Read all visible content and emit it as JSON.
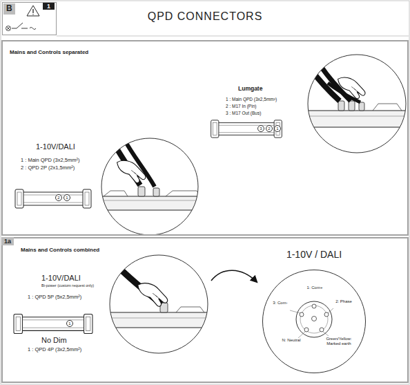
{
  "diagram": {
    "title": "QPD CONNECTORS",
    "nodes": [
      {
        "text": [
          "B",
          "1"
        ]
      },
      {
        "text": [
          "Mains and Controls separated"
        ]
      },
      {
        "text": [
          "2"
        ],
        "in": 1
      },
      {
        "text": [
          "1"
        ],
        "in": 1
      },
      {
        "text": [
          "3"
        ],
        "in": 1
      },
      {
        "text": [
          "2"
        ],
        "in": 1
      },
      {
        "text": [
          "1"
        ],
        "in": 1
      },
      {
        "text": [
          "1a",
          "Mains and Controls combined"
        ]
      },
      {
        "text": [
          "1"
        ],
        "in": 7
      },
      {
        "text": [
          "1-10V / DALI",
          "1: Com+",
          "2: Phase",
          "3: Com-",
          "N: Neutral",
          "Green/Yellow: Marked earth"
        ],
        "in": 7
      }
    ],
    "labels": [
      "1-10V/DALI",
      "1 : Main QPD (3x2,5mm²)",
      "2 : QPD 2P (2x1,5mm²)",
      "Lumgate",
      "1 : Main QPD (3x2,5mm²)",
      "2 : M17 In (Pin)",
      "3 : M17 Out (Bus)",
      "1-10V/DALI",
      "Bi-power (custom request only)",
      "1 : QPD 5P (5x2,5mm²)",
      "No Dim",
      "1 : QPD 4P (3x2,5mm²)"
    ]
  }
}
